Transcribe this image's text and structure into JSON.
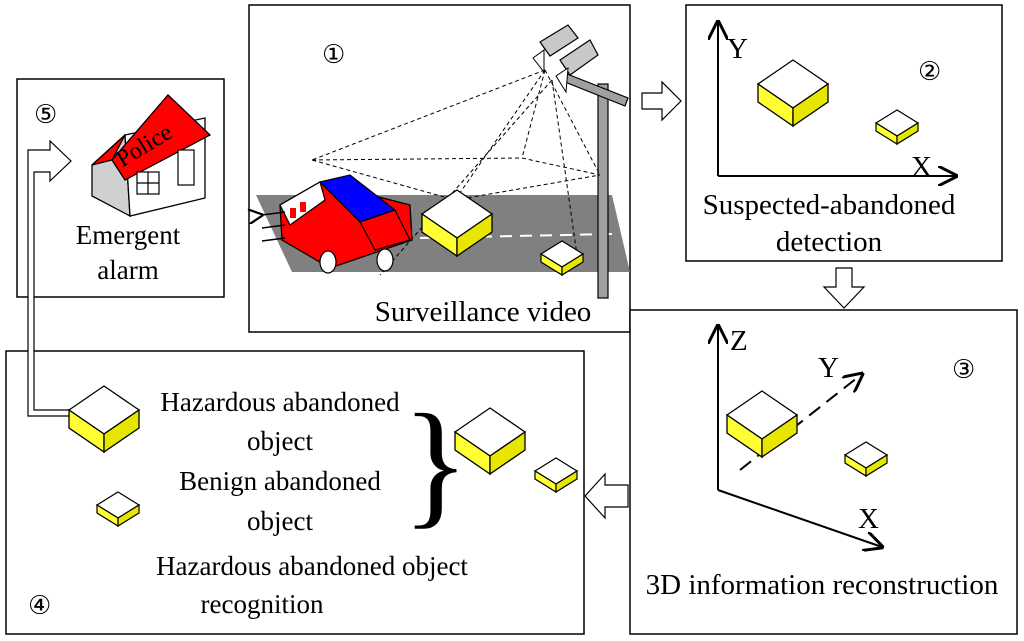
{
  "panels": {
    "surveillance": {
      "number": "①",
      "caption": "Surveillance video"
    },
    "detection": {
      "number": "②",
      "axis_y": "Y",
      "axis_x": "X",
      "caption_line1": "Suspected-abandoned",
      "caption_line2": "detection"
    },
    "reconstruction": {
      "number": "③",
      "axis_z": "Z",
      "axis_y": "Y",
      "axis_x": "X",
      "caption": "3D information  reconstruction"
    },
    "recognition": {
      "number": "④",
      "hazardous_line1": "Hazardous abandoned",
      "hazardous_line2": "object",
      "benign_line1": "Benign abandoned",
      "benign_line2": "object",
      "brace": "}",
      "caption_line1": "Hazardous abandoned object",
      "caption_line2": "recognition"
    },
    "alarm": {
      "number": "⑤",
      "sign": "Police",
      "caption_line1": "Emergent",
      "caption_line2": "alarm"
    }
  },
  "colors": {
    "box_top": "#ffffff",
    "box_side": "#ffff33",
    "road": "#808080",
    "car_body": "#ff0000",
    "car_stripe": "#0000ff",
    "police_roof": "#ff0000",
    "house_wall": "#d0d0d0"
  }
}
